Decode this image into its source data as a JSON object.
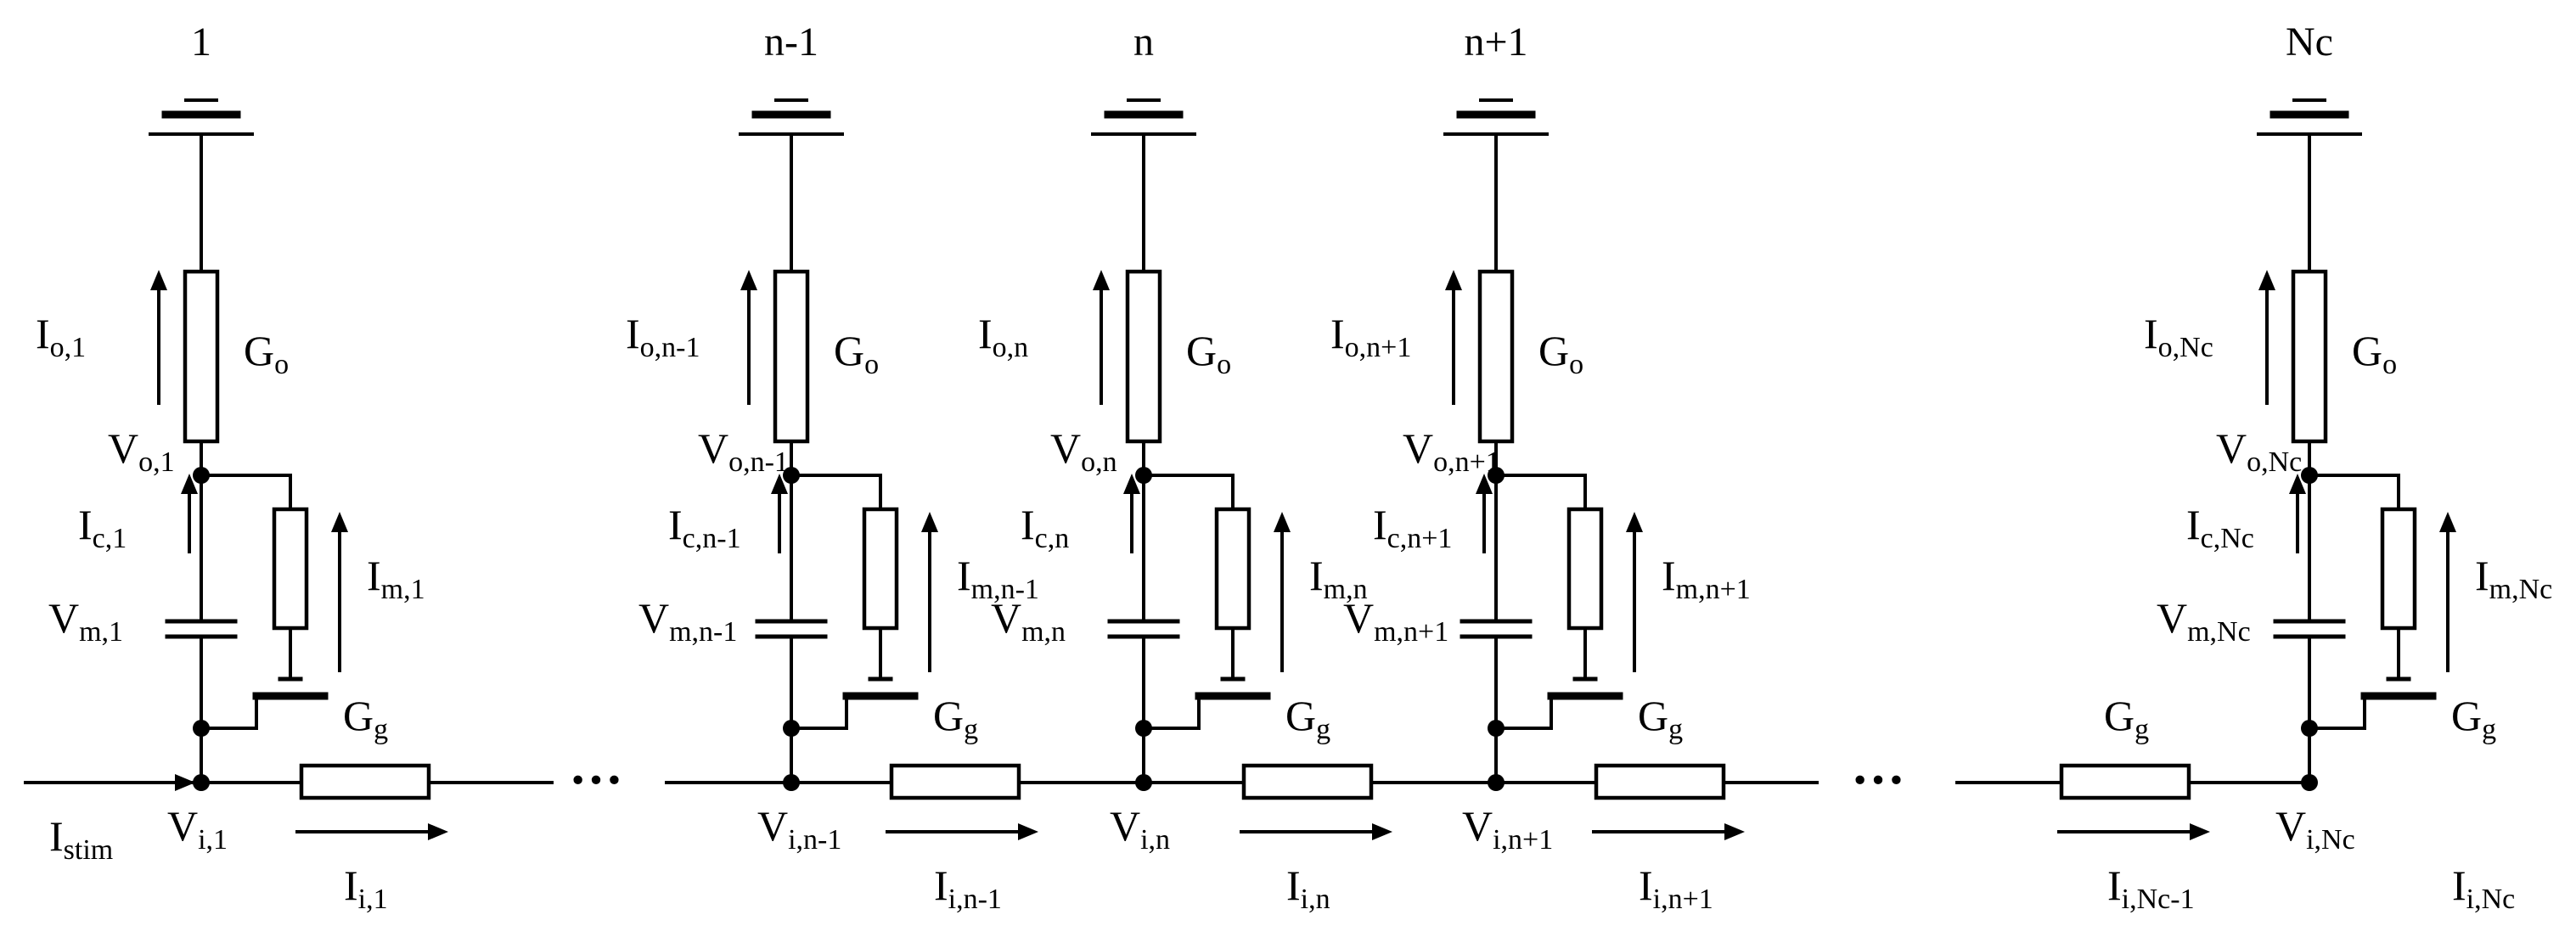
{
  "cells": [
    {
      "index_label": "1",
      "outer_current": {
        "main": "I",
        "sub": "o,1"
      },
      "outer_conductance": {
        "main": "G",
        "sub": "o"
      },
      "outer_voltage": {
        "main": "V",
        "sub": "o,1"
      },
      "cap_current": {
        "main": "I",
        "sub": "c,1"
      },
      "membrane_voltage": {
        "main": "V",
        "sub": "m,1"
      },
      "membrane_current": {
        "main": "I",
        "sub": "m,1"
      },
      "gap_conductance": {
        "main": "G",
        "sub": "g"
      },
      "inner_voltage": {
        "main": "V",
        "sub": "i,1"
      },
      "inner_current": {
        "main": "I",
        "sub": "i,1"
      }
    },
    {
      "index_label": "n-1",
      "outer_current": {
        "main": "I",
        "sub": "o,n-1"
      },
      "outer_conductance": {
        "main": "G",
        "sub": "o"
      },
      "outer_voltage": {
        "main": "V",
        "sub": "o,n-1"
      },
      "cap_current": {
        "main": "I",
        "sub": "c,n-1"
      },
      "membrane_voltage": {
        "main": "V",
        "sub": "m,n-1"
      },
      "membrane_current": {
        "main": "I",
        "sub": "m,n-1"
      },
      "gap_conductance": {
        "main": "G",
        "sub": "g"
      },
      "inner_voltage": {
        "main": "V",
        "sub": "i,n-1"
      },
      "inner_current": {
        "main": "I",
        "sub": "i,n-1"
      }
    },
    {
      "index_label": "n",
      "outer_current": {
        "main": "I",
        "sub": "o,n"
      },
      "outer_conductance": {
        "main": "G",
        "sub": "o"
      },
      "outer_voltage": {
        "main": "V",
        "sub": "o,n"
      },
      "cap_current": {
        "main": "I",
        "sub": "c,n"
      },
      "membrane_voltage": {
        "main": "V",
        "sub": "m,n"
      },
      "membrane_current": {
        "main": "I",
        "sub": "m,n"
      },
      "gap_conductance": {
        "main": "G",
        "sub": "g"
      },
      "inner_voltage": {
        "main": "V",
        "sub": "i,n"
      },
      "inner_current": {
        "main": "I",
        "sub": "i,n"
      }
    },
    {
      "index_label": "n+1",
      "outer_current": {
        "main": "I",
        "sub": "o,n+1"
      },
      "outer_conductance": {
        "main": "G",
        "sub": "o"
      },
      "outer_voltage": {
        "main": "V",
        "sub": "o,n+1"
      },
      "cap_current": {
        "main": "I",
        "sub": "c,n+1"
      },
      "membrane_voltage": {
        "main": "V",
        "sub": "m,n+1"
      },
      "membrane_current": {
        "main": "I",
        "sub": "m,n+1"
      },
      "gap_conductance": {
        "main": "G",
        "sub": "g"
      },
      "inner_voltage": {
        "main": "V",
        "sub": "i,n+1"
      },
      "inner_current": {
        "main": "I",
        "sub": "i,n+1"
      }
    },
    {
      "index_label": "Nc",
      "outer_current": {
        "main": "I",
        "sub": "o,Nc"
      },
      "outer_conductance": {
        "main": "G",
        "sub": "o"
      },
      "outer_voltage": {
        "main": "V",
        "sub": "o,Nc"
      },
      "cap_current": {
        "main": "I",
        "sub": "c,Nc"
      },
      "membrane_voltage": {
        "main": "V",
        "sub": "m,Nc"
      },
      "membrane_current": {
        "main": "I",
        "sub": "m,Nc"
      },
      "gap_conductance": {
        "main": "G",
        "sub": "g"
      },
      "inner_voltage": {
        "main": "V",
        "sub": "i,Nc"
      },
      "inner_current": {
        "main": "I",
        "sub": "i,Nc"
      }
    }
  ],
  "stimulus_current": {
    "main": "I",
    "sub": "stim"
  },
  "last_inner_current": {
    "main": "I",
    "sub": "i,Nc-1"
  },
  "last_gap_conductance": {
    "main": "G",
    "sub": "g"
  },
  "ellipsis": "···"
}
